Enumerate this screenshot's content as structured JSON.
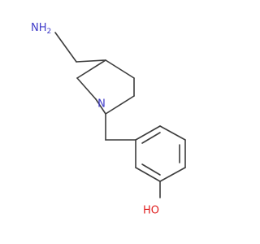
{
  "colors": {
    "background": "#ffffff",
    "bond": "#3c3c3c",
    "nitrogen": "#3d39c8",
    "oxygen": "#e02020"
  },
  "labels": {
    "amine": "NH",
    "amine_subscript": "2",
    "ring_nitrogen": "N",
    "hydroxyl": "HO"
  }
}
